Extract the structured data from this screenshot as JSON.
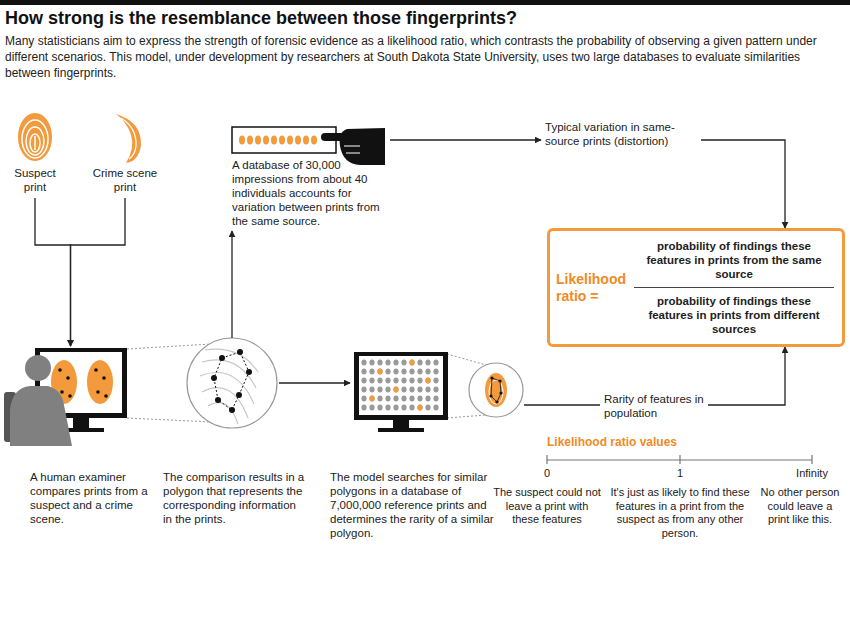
{
  "diagram": {
    "title": "How strong is the resemblance between those fingerprints?",
    "caption": "Many statisticians aim to express the strength of forensic evidence as a likelihood ratio, which contrasts the probability of observing a given pattern under different scenarios. This model, under development by researchers at South Dakota State University, uses two large databases to evaluate similarities between fingerprints.",
    "nodes": [
      {
        "text": [
          "Suspect print"
        ]
      },
      {
        "text": [
          "Crime scene print"
        ]
      },
      {
        "text": [
          "A human examiner compares prints from a suspect and a crime scene."
        ]
      },
      {
        "text": [
          "The comparison results in a polygon that represents the corresponding information in the prints."
        ]
      },
      {
        "text": [
          "A database of 30,000 impressions from about 40 individuals accounts for variation between prints from the same source."
        ]
      },
      {
        "text": [
          "Typical variation in same-source prints (distortion)"
        ]
      },
      {
        "text": [
          "The model searches for similar polygons in a database of 7,000,000 reference prints and determines the rarity of a similar polygon."
        ]
      },
      {
        "text": [
          "Rarity of features in population"
        ]
      },
      {
        "text": [
          "Likelihood ratio =",
          "probability of findings these features in prints from the same source",
          "probability of findings these features in prints from different sources"
        ]
      }
    ],
    "edges": [
      {
        "from": 0,
        "to": 2,
        "arrow": "to"
      },
      {
        "from": 1,
        "to": 2,
        "arrow": "to"
      },
      {
        "from": 3,
        "to": 4,
        "arrow": "to"
      },
      {
        "from": 4,
        "to": 5,
        "arrow": "to"
      },
      {
        "from": 5,
        "to": 8,
        "arrow": "to"
      },
      {
        "from": 3,
        "to": 6,
        "arrow": "to"
      },
      {
        "from": 6,
        "to": 7,
        "arrow": "none"
      },
      {
        "from": 7,
        "to": 8,
        "arrow": "to"
      }
    ],
    "labels": [
      "Likelihood ratio values",
      "0",
      "1",
      "Infinity",
      "The suspect could not leave a print with these features",
      "It's just as likely to find these features in a print from the suspect as from any other person.",
      "No other person could leave a print like this."
    ]
  }
}
